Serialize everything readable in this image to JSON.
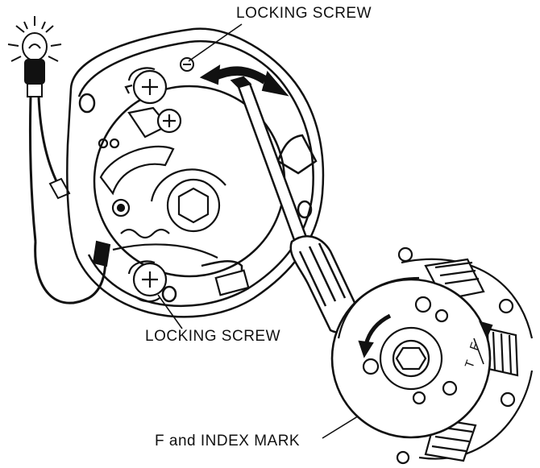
{
  "labels": {
    "locking_screw_top": "LOCKING SCREW",
    "locking_screw_bottom": "LOCKING SCREW",
    "f_index_mark": "F and INDEX MARK"
  },
  "rotor_marks": {
    "t_mark": "T",
    "f_mark": "F"
  },
  "colors": {
    "ink": "#111111",
    "paper": "#ffffff"
  }
}
